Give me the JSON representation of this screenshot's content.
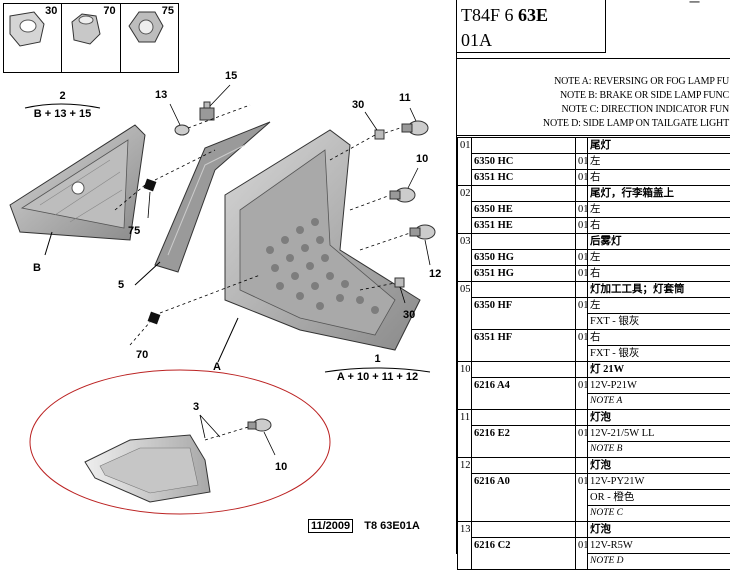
{
  "header": {
    "code_prefix": "T84F 6",
    "code_bold": "63E",
    "code_suffix": "01A",
    "top_right_fragment": "一"
  },
  "notes": [
    "NOTE A: REVERSING OR FOG LAMP FU",
    "NOTE B: BRAKE OR SIDE LAMP FUNC",
    "NOTE C: DIRECTION INDICATOR FUN",
    "NOTE D: SIDE LAMP ON TAILGATE LIGHT"
  ],
  "parts": [
    {
      "ref": "01",
      "title": "尾灯",
      "rows": [
        {
          "pn": "6350 HC",
          "qty": "01",
          "desc": "左"
        },
        {
          "pn": "6351 HC",
          "qty": "01",
          "desc": "右"
        }
      ]
    },
    {
      "ref": "02",
      "title": "尾灯，行李箱盖上",
      "rows": [
        {
          "pn": "6350 HE",
          "qty": "01",
          "desc": "左"
        },
        {
          "pn": "6351 HE",
          "qty": "01",
          "desc": "右"
        }
      ]
    },
    {
      "ref": "03",
      "title": "后雾灯",
      "rows": [
        {
          "pn": "6350 HG",
          "qty": "01",
          "desc": "左"
        },
        {
          "pn": "6351 HG",
          "qty": "01",
          "desc": "右"
        }
      ]
    },
    {
      "ref": "05",
      "title": "灯加工工具；灯套筒",
      "rows": [
        {
          "pn": "6350 HF",
          "qty": "01",
          "desc": "左",
          "extra": "FXT - 银灰"
        },
        {
          "pn": "6351 HF",
          "qty": "01",
          "desc": "右",
          "extra": "FXT - 银灰"
        }
      ]
    },
    {
      "ref": "10",
      "title": "灯  21W",
      "rows": [
        {
          "pn": "6216 A4",
          "qty": "01",
          "desc": "12V-P21W",
          "note": "NOTE A"
        }
      ]
    },
    {
      "ref": "11",
      "title": "灯泡",
      "rows": [
        {
          "pn": "6216 E2",
          "qty": "01",
          "desc": "12V-21/5W LL",
          "note": "NOTE B"
        }
      ]
    },
    {
      "ref": "12",
      "title": "灯泡",
      "rows": [
        {
          "pn": "6216 A0",
          "qty": "01",
          "desc": "12V-PY21W",
          "extra": "OR - 橙色",
          "note": "NOTE C"
        }
      ]
    },
    {
      "ref": "13",
      "title": "灯泡",
      "rows": [
        {
          "pn": "6216 C2",
          "qty": "01",
          "desc": "12V-R5W",
          "note": "NOTE D"
        }
      ]
    }
  ],
  "diagram": {
    "thumbs": [
      "30",
      "70",
      "75"
    ],
    "labels": {
      "n15": "15",
      "n13": "13",
      "n30a": "30",
      "n11": "11",
      "n10a": "10",
      "n75": "75",
      "n5": "5",
      "n12": "12",
      "n30b": "30",
      "n70": "70",
      "nA": "A",
      "nB": "B",
      "n3": "3",
      "n10b": "10"
    },
    "group2_num": "2",
    "group2_formula": "B + 13 + 15",
    "group1_num": "1",
    "group1_formula": "A + 10 + 11 + 12",
    "footer_date": "11/2009",
    "footer_code": "T8 63E01A"
  }
}
